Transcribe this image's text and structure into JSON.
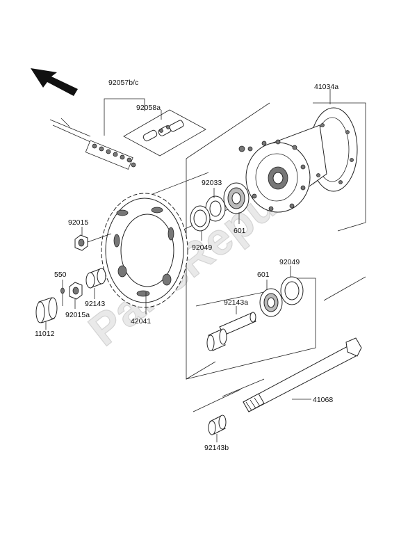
{
  "watermark": "PartsRepublik",
  "parts": {
    "p92057bc": "92057b/c",
    "p92058a": "92058a",
    "p41034a": "41034a",
    "p92033": "92033",
    "p92015": "92015",
    "p92049_top": "92049",
    "p601_top": "601",
    "p550": "550",
    "p92143": "92143",
    "p601_mid": "601",
    "p92049_mid": "92049",
    "p92015a": "92015a",
    "p92143a": "92143a",
    "p11012": "11012",
    "p42041": "42041",
    "p41068": "41068",
    "p92143b": "92143b"
  },
  "icons": {
    "arrow": "front-direction-arrow-icon"
  }
}
